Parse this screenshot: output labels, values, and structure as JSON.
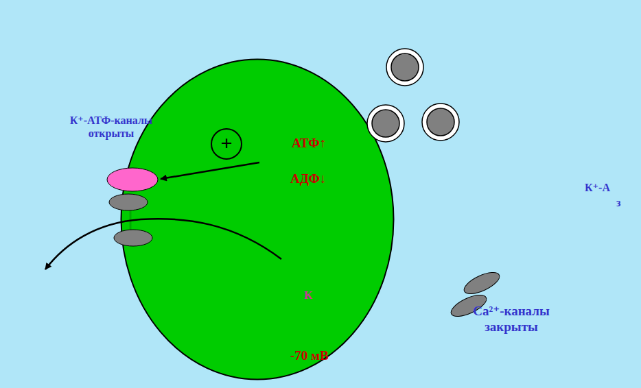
{
  "diagram": {
    "nodes": [
      {
        "text": [
          "АТФ↑",
          "АДФ↓",
          "К",
          "-70 мВ"
        ]
      }
    ],
    "labels": [
      "К⁺-АТФ-каналы открыты",
      "+",
      "Са²⁺-каналы закрыты",
      "К⁺-А",
      "з"
    ]
  }
}
